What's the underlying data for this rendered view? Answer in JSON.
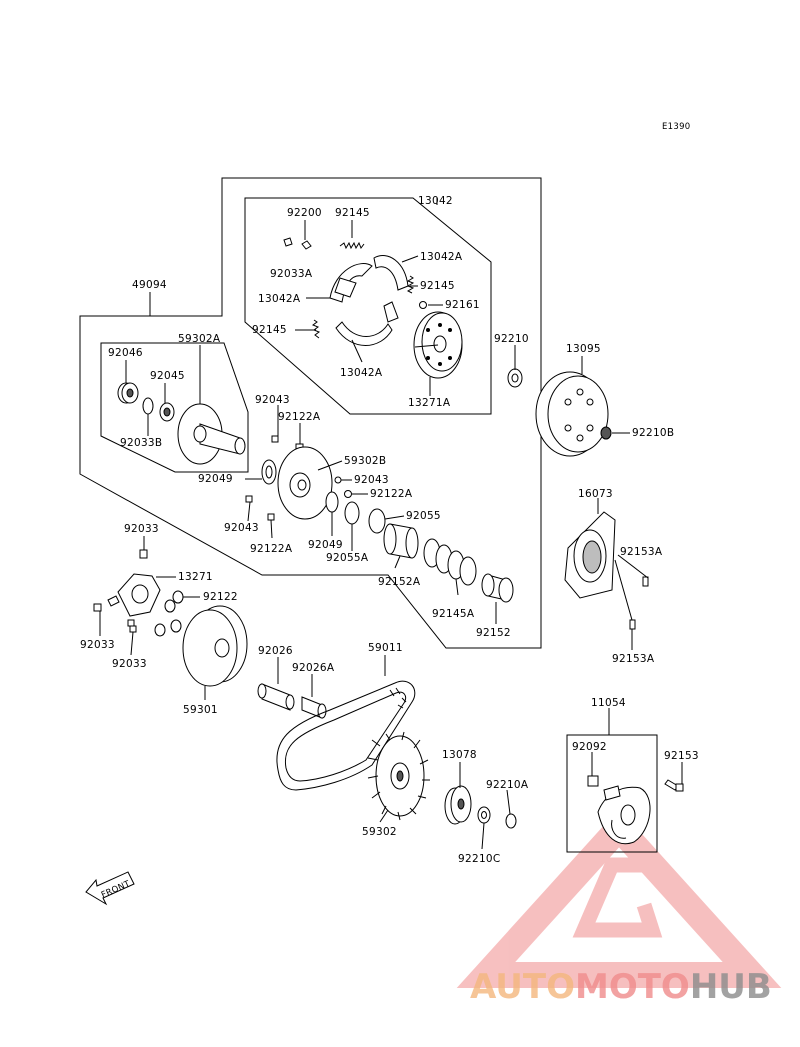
{
  "diagram_code": "E1390",
  "labels": {
    "p13042": "13042",
    "p92200": "92200",
    "p92145a": "92145",
    "p13042A_1": "13042A",
    "p92033A": "92033A",
    "p92145b": "92145",
    "p13042A_2": "13042A",
    "p92161": "92161",
    "p92145c": "92145",
    "p13042A_3": "13042A",
    "p13271A": "13271A",
    "p49094": "49094",
    "p92210": "92210",
    "p13095": "13095",
    "p92210B": "92210B",
    "p92046": "92046",
    "p59302A": "59302A",
    "p92045": "92045",
    "p92033B": "92033B",
    "p92043a": "92043",
    "p92122Aa": "92122A",
    "p59302B": "59302B",
    "p92043b": "92043",
    "p92122Ab": "92122A",
    "p92049a": "92049",
    "p92043c": "92043",
    "p92055": "92055",
    "p92122Ac": "92122A",
    "p92049b": "92049",
    "p92055A": "92055A",
    "p16073": "16073",
    "p92153Aa": "92153A",
    "p92033a": "92033",
    "p13271": "13271",
    "p92152A": "92152A",
    "p92122": "92122",
    "p92145A": "92145A",
    "p92152": "92152",
    "p92033b": "92033",
    "p92033c": "92033",
    "p92153Ab": "92153A",
    "p92026": "92026",
    "p59011": "59011",
    "p92026A": "92026A",
    "p59301": "59301",
    "p11054": "11054",
    "p92092": "92092",
    "p92153": "92153",
    "p13078": "13078",
    "p92210A": "92210A",
    "p59302": "59302",
    "p92210C": "92210C"
  },
  "front_label": "FRONT",
  "watermark": {
    "part1": "AUTO",
    "part2": "MOTO",
    "part3": "HUB",
    "color_light": "#f4b77e",
    "color_red": "#f08c8c",
    "color_dark": "#8c8c8c"
  }
}
